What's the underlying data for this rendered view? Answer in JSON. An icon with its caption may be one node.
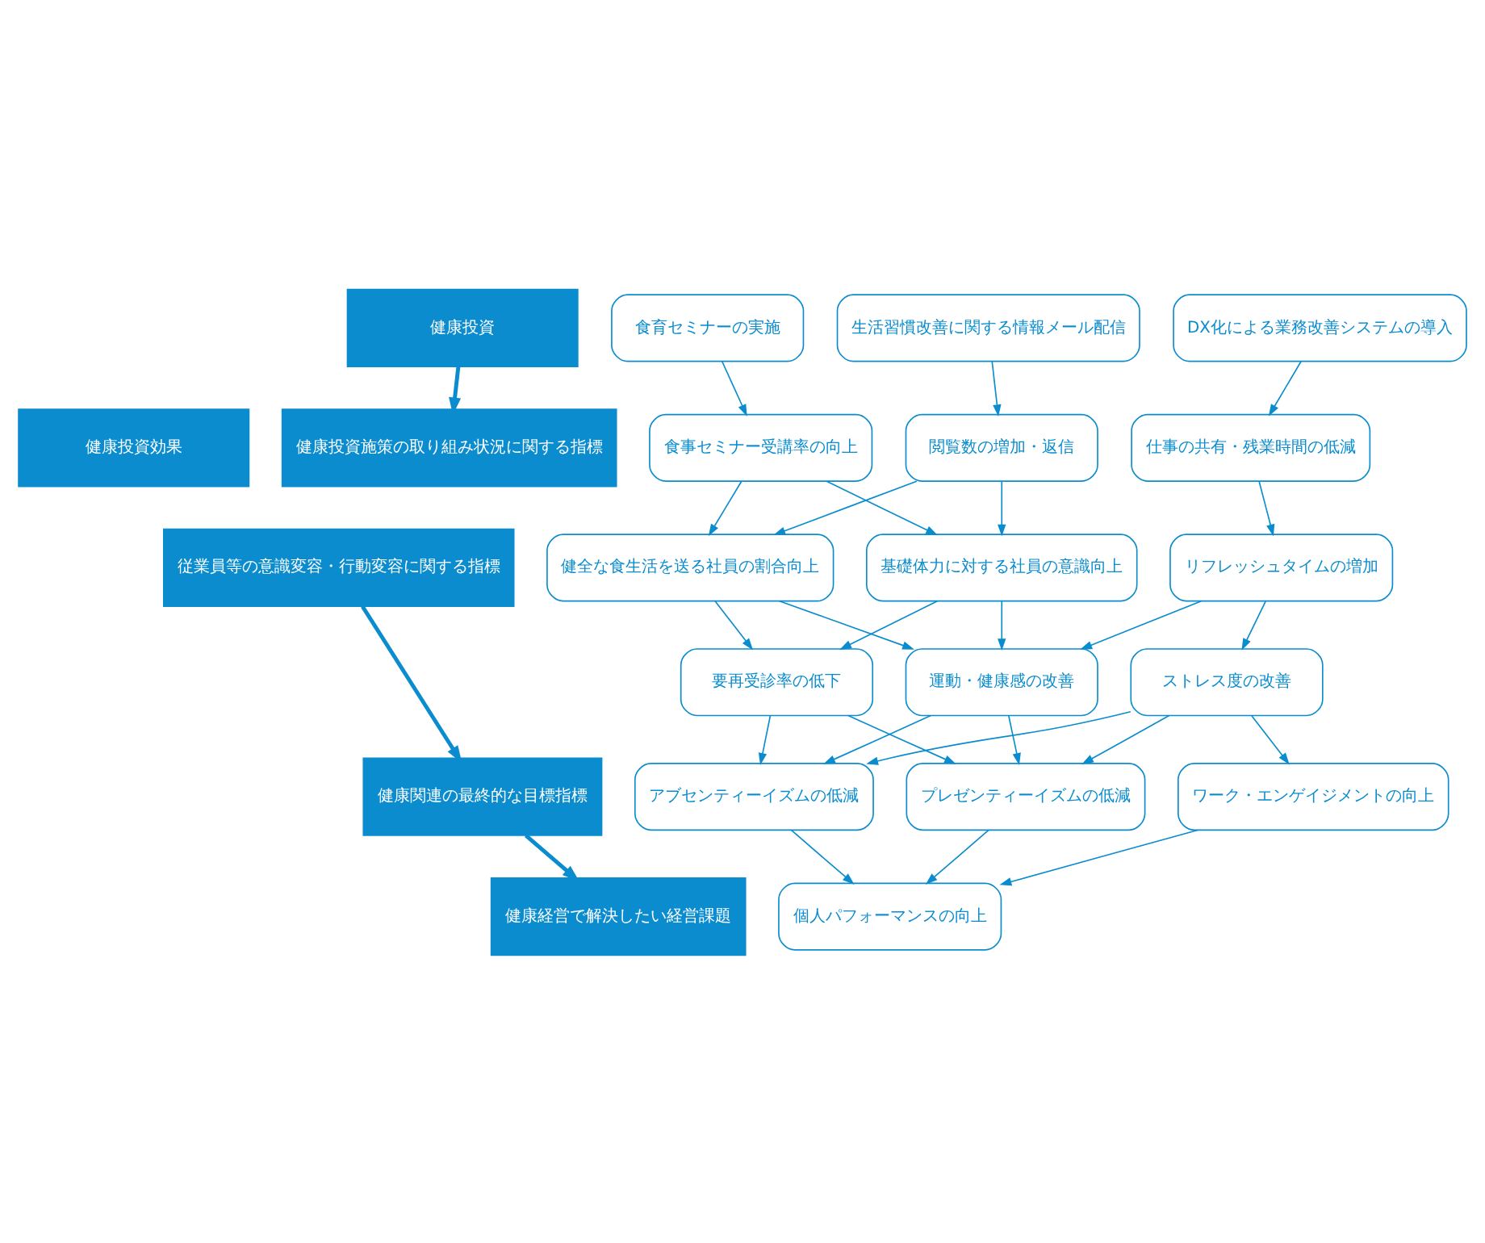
{
  "diagram": {
    "nodes": [
      {
        "text": [
          "健康投資"
        ]
      },
      {
        "text": [
          "食育セミナーの実施"
        ]
      },
      {
        "text": [
          "生活習慣改善に関する情報メール配信"
        ]
      },
      {
        "text": [
          "DX化による業務改善システムの導入"
        ]
      },
      {
        "text": [
          "健康投資効果"
        ]
      },
      {
        "text": [
          "健康投資施策の取り組み状況に関する指標"
        ]
      },
      {
        "text": [
          "食事セミナー受講率の向上"
        ]
      },
      {
        "text": [
          "閲覧数の増加・返信"
        ]
      },
      {
        "text": [
          "仕事の共有・残業時間の低減"
        ]
      },
      {
        "text": [
          "従業員等の意識変容・行動変容に関する指標"
        ]
      },
      {
        "text": [
          "健全な食生活を送る社員の割合向上"
        ]
      },
      {
        "text": [
          "基礎体力に対する社員の意識向上"
        ]
      },
      {
        "text": [
          "リフレッシュタイムの増加"
        ]
      },
      {
        "text": [
          "健康関連の最終的な目標指標"
        ]
      },
      {
        "text": [
          "要再受診率の低下"
        ]
      },
      {
        "text": [
          "運動・健康感の改善"
        ]
      },
      {
        "text": [
          "ストレス度の改善"
        ]
      },
      {
        "text": [
          "アブセンティーイズムの低減"
        ]
      },
      {
        "text": [
          "プレゼンティーイズムの低減"
        ]
      },
      {
        "text": [
          "ワーク・エンゲイジメントの向上"
        ]
      },
      {
        "text": [
          "健康経営で解決したい経営課題"
        ]
      },
      {
        "text": [
          "個人パフォーマンスの向上"
        ]
      }
    ],
    "edges": [
      {
        "from": 0,
        "to": 5,
        "arrow": "to",
        "style": "thick"
      },
      {
        "from": 9,
        "to": 13,
        "arrow": "to",
        "style": "thick"
      },
      {
        "from": 13,
        "to": 20,
        "arrow": "to",
        "style": "thick"
      },
      {
        "from": 1,
        "to": 6,
        "arrow": "to"
      },
      {
        "from": 2,
        "to": 7,
        "arrow": "to"
      },
      {
        "from": 3,
        "to": 8,
        "arrow": "to"
      },
      {
        "from": 6,
        "to": 10,
        "arrow": "to"
      },
      {
        "from": 6,
        "to": 11,
        "arrow": "to"
      },
      {
        "from": 7,
        "to": 10,
        "arrow": "to"
      },
      {
        "from": 7,
        "to": 11,
        "arrow": "to"
      },
      {
        "from": 8,
        "to": 12,
        "arrow": "to"
      },
      {
        "from": 10,
        "to": 14,
        "arrow": "to"
      },
      {
        "from": 10,
        "to": 15,
        "arrow": "to"
      },
      {
        "from": 11,
        "to": 14,
        "arrow": "to"
      },
      {
        "from": 11,
        "to": 15,
        "arrow": "to"
      },
      {
        "from": 12,
        "to": 15,
        "arrow": "to"
      },
      {
        "from": 12,
        "to": 16,
        "arrow": "to"
      },
      {
        "from": 14,
        "to": 17,
        "arrow": "to"
      },
      {
        "from": 14,
        "to": 18,
        "arrow": "to"
      },
      {
        "from": 15,
        "to": 17,
        "arrow": "to"
      },
      {
        "from": 15,
        "to": 18,
        "arrow": "to"
      },
      {
        "from": 16,
        "to": 17,
        "arrow": "to"
      },
      {
        "from": 16,
        "to": 18,
        "arrow": "to"
      },
      {
        "from": 16,
        "to": 19,
        "arrow": "to"
      },
      {
        "from": 17,
        "to": 21,
        "arrow": "to"
      },
      {
        "from": 18,
        "to": 21,
        "arrow": "to"
      },
      {
        "from": 19,
        "to": 21,
        "arrow": "to"
      }
    ]
  }
}
